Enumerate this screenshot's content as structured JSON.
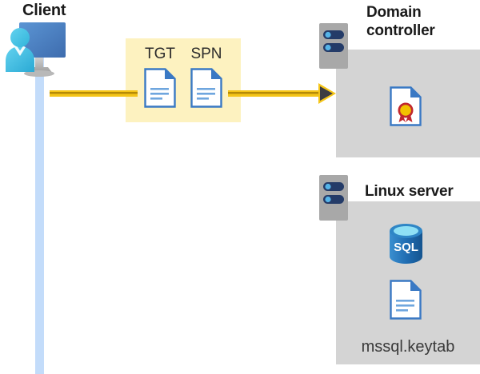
{
  "diagram": {
    "title_client": "Client",
    "title_domain_controller": "Domain controller",
    "title_linux_server": "Linux server",
    "colors": {
      "highlight_box": "#fdf2c0",
      "panel_gray": "#d4d4d4",
      "lifeline_blue": "#c3dcfa",
      "arrow_gold": "#f5c518",
      "arrow_gold_dark": "#b58a06",
      "arrowhead_dark": "#3c3c42",
      "document_blue": "#3a79c4",
      "sql_blue": "#2a71b8",
      "server_gray": "#a8a8a8",
      "server_pill_navy": "#243b68",
      "title_text": "#1a1a1a"
    }
  },
  "client": {
    "label": "Client",
    "icon": "user-computer-icon",
    "lifeline": "client-lifeline"
  },
  "request_box": {
    "documents": [
      {
        "label": "TGT",
        "icon": "document-icon"
      },
      {
        "label": "SPN",
        "icon": "document-icon"
      }
    ]
  },
  "arrow": {
    "icon": "arrow-right-icon",
    "direction": "client-to-domain-controller"
  },
  "domain_controller": {
    "label": "Domain controller",
    "server_icon": "server-icon",
    "contents": [
      {
        "icon": "certificate-icon",
        "label": ""
      }
    ]
  },
  "linux_server": {
    "label": "Linux server",
    "server_icon": "server-icon",
    "contents": [
      {
        "icon": "sql-database-icon",
        "label": "SQL"
      },
      {
        "icon": "document-icon",
        "label": "mssql.keytab"
      }
    ],
    "sql_text": "SQL",
    "keytab_filename": "mssql.keytab"
  }
}
